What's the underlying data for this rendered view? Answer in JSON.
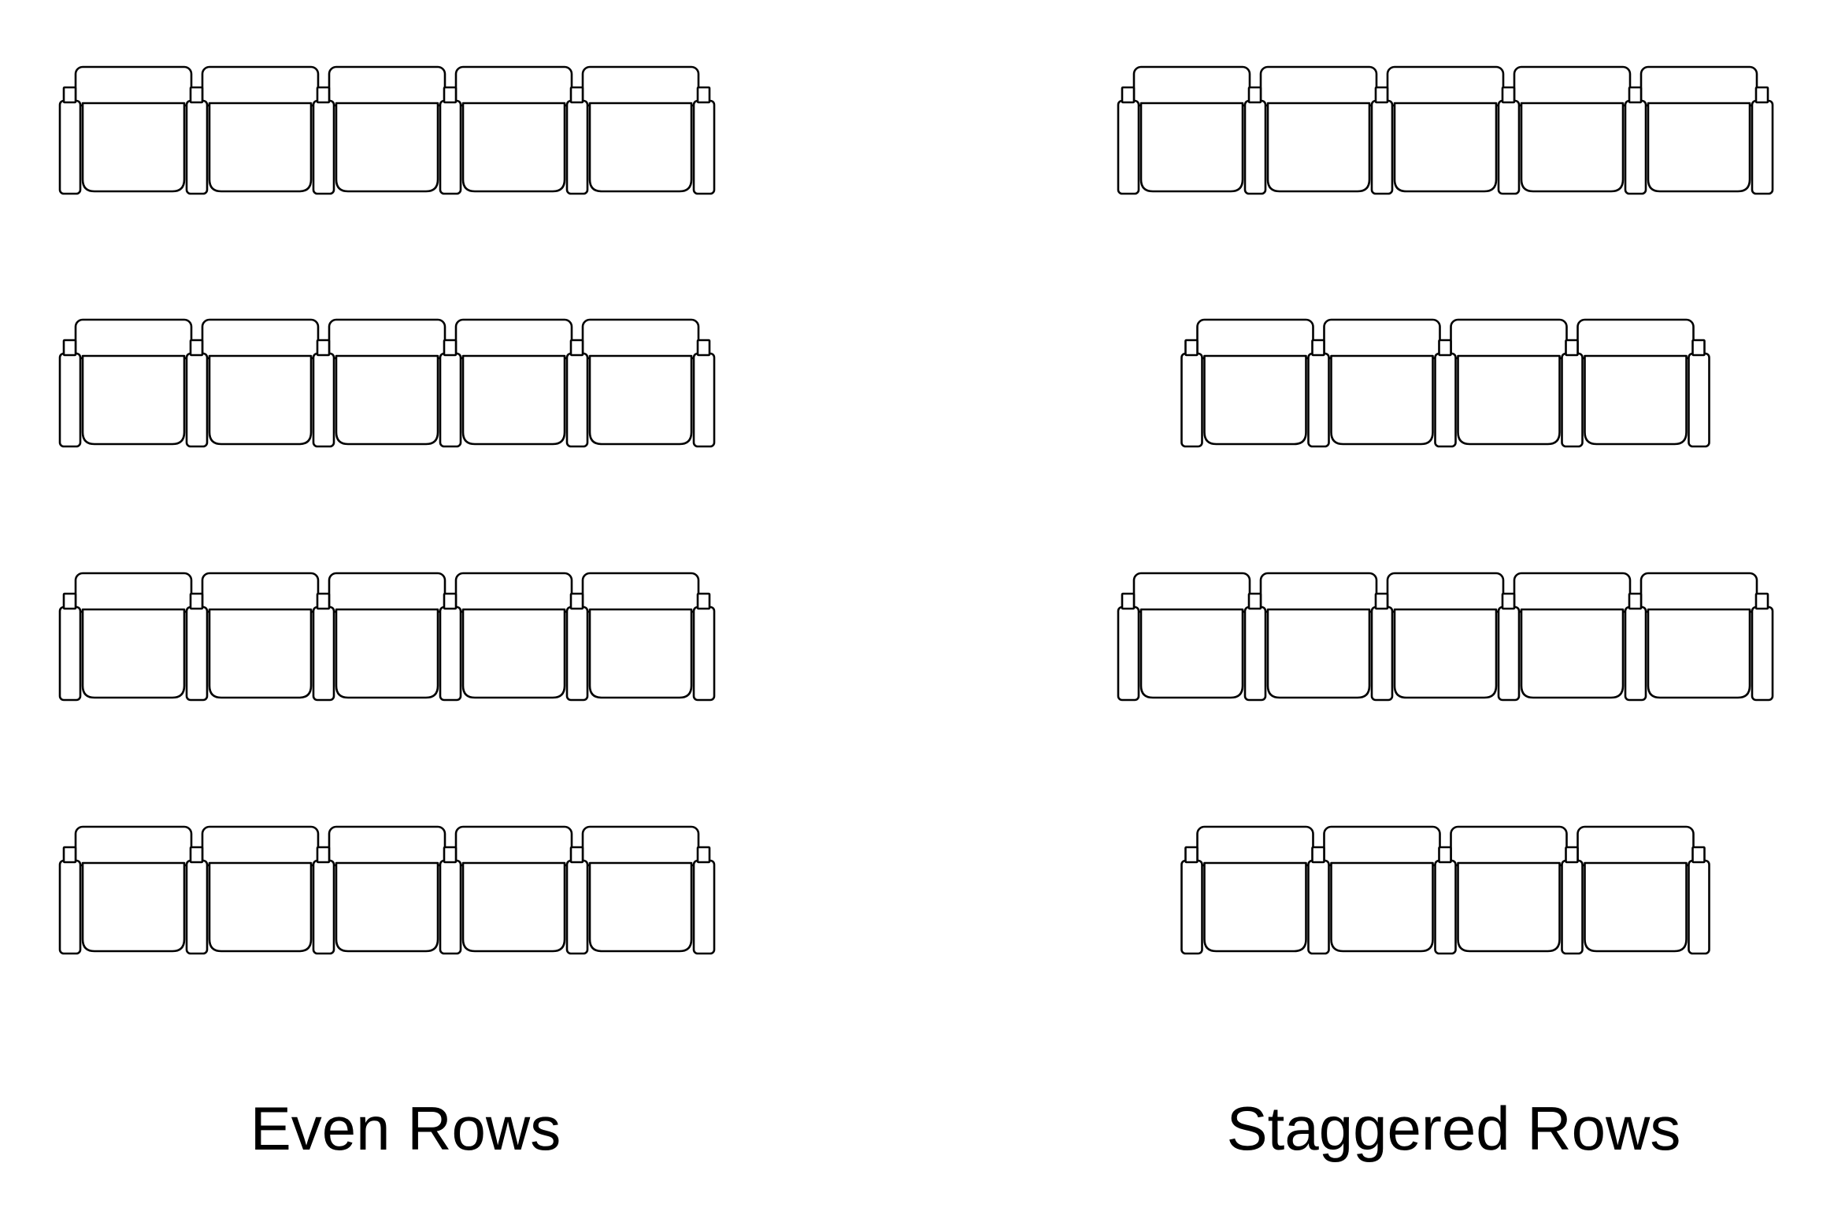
{
  "style": {
    "background": "#ffffff",
    "line_color": "#000000",
    "seat_fill": "#ffffff",
    "text_color": "#000000"
  },
  "diagrams": [
    {
      "id": "even-rows",
      "label": "Even Rows",
      "rows": [
        {
          "seats": 5
        },
        {
          "seats": 5
        },
        {
          "seats": 5
        },
        {
          "seats": 5
        }
      ]
    },
    {
      "id": "staggered-rows",
      "label": "Staggered Rows",
      "rows": [
        {
          "seats": 5
        },
        {
          "seats": 4
        },
        {
          "seats": 5
        },
        {
          "seats": 4
        }
      ]
    }
  ]
}
